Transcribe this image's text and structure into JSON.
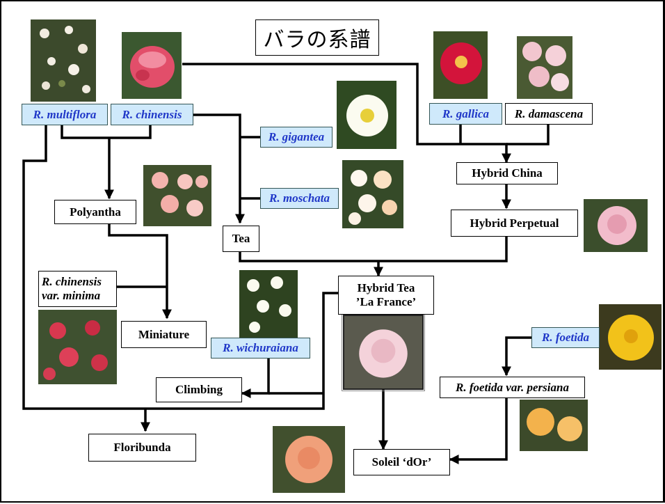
{
  "title": "バラの系譜",
  "species": {
    "multiflora": "R. multiflora",
    "chinensis": "R. chinensis",
    "gigantea": "R. gigantea",
    "moschata": "R. moschata",
    "gallica": "R. gallica",
    "wichuraiana": "R. wichuraiana",
    "foetida": "R. foetida"
  },
  "nodes": {
    "damascena": "R. damascena",
    "hybrid_china": "Hybrid China",
    "hybrid_perpetual": "Hybrid Perpetual",
    "polyantha": "Polyantha",
    "tea": "Tea",
    "chinensis_minima_line1": "R. chinensis",
    "chinensis_minima_line2": "var. minima",
    "miniature": "Miniature",
    "hybrid_tea_line1": "Hybrid Tea",
    "hybrid_tea_line2": "’La France’",
    "climbing": "Climbing",
    "floribunda": "Floribunda",
    "foetida_persiana": "R. foetida var. persiana",
    "soleil_dor": "Soleil ‘dOr’"
  },
  "colors": {
    "species_fill": "#cfe9fb",
    "species_text": "#1f37c8",
    "line": "#000000"
  }
}
